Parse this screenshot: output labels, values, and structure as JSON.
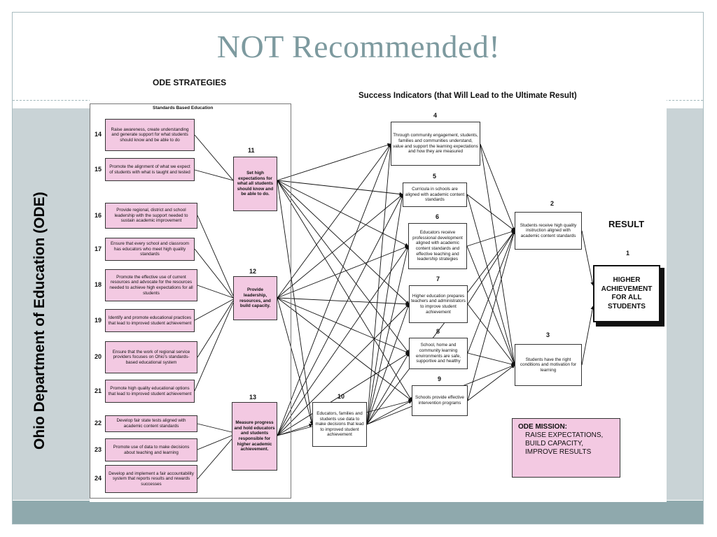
{
  "slide": {
    "title": "NOT Recommended!",
    "vertical_label": "Ohio Department of Education (ODE)"
  },
  "diagram": {
    "ode_strategies_heading": "ODE STRATEGIES",
    "success_indicators_heading": "Success Indicators (that Will Lead to the Ultimate Result)",
    "standards_heading": "Standards Based Education",
    "result_heading": "RESULT",
    "strategies": [
      {
        "num": "14",
        "text": "Raise awareness, create understanding and generate support for what students should know and be able to do"
      },
      {
        "num": "15",
        "text": "Promote the alignment of what we expect of students with what is taught and tested"
      },
      {
        "num": "16",
        "text": "Provide regional, district and school leadership with the support needed to sustain academic improvement"
      },
      {
        "num": "17",
        "text": "Ensure that every school and classroom has educators who meet high quality standards"
      },
      {
        "num": "18",
        "text": "Promote the effective use of current resources and advocate for the resources needed to achieve high expectations for all students"
      },
      {
        "num": "19",
        "text": "Identify and promote educational practices that lead to improved student achievement"
      },
      {
        "num": "20",
        "text": "Ensure that the work of regional service providers focuses on Ohio's standards-based educational system"
      },
      {
        "num": "21",
        "text": "Promote high quality educational options that lead to improved student achievement"
      },
      {
        "num": "22",
        "text": "Develop fair state tests aligned with academic content standards"
      },
      {
        "num": "23",
        "text": "Promote use of data to make decisions about teaching and learning"
      },
      {
        "num": "24",
        "text": "Develop and implement a fair accountability system that reports results and rewards successes"
      }
    ],
    "goals": [
      {
        "num": "11",
        "text": "Set high expectations for what all students should know and be able to do."
      },
      {
        "num": "12",
        "text": "Provide leadership, resources, and build capacity."
      },
      {
        "num": "13",
        "text": "Measure progress and hold educators and students responsible for higher academic achievement."
      }
    ],
    "center": {
      "num": "10",
      "text": "Educators, families and students use data to make decisions that lead to improved student achievement"
    },
    "indicators": [
      {
        "num": "4",
        "text": "Through community engagement, students, families and communities understand, value and support the learning expectations and how they are measured"
      },
      {
        "num": "5",
        "text": "Curricula in schools are aligned with academic content standards"
      },
      {
        "num": "6",
        "text": "Educators receive professional development aligned with academic content standards and effective teaching and leadership strategies"
      },
      {
        "num": "7",
        "text": "Higher education prepares teachers and administrators to improve student achievement"
      },
      {
        "num": "8",
        "text": "School, home and community learning environments are safe, supportive and healthy"
      },
      {
        "num": "9",
        "text": "Schools provide effective intervention programs"
      }
    ],
    "outcomes": [
      {
        "num": "2",
        "text": "Students receive high quality instruction aligned with academic content standards"
      },
      {
        "num": "3",
        "text": "Students have the right conditions and motivation for learning"
      }
    ],
    "result": {
      "num": "1",
      "text": "HIGHER ACHIEVEMENT FOR ALL STUDENTS"
    },
    "mission": {
      "heading": "ODE MISSION:",
      "lines": [
        "RAISE EXPECTATIONS,",
        "BUILD CAPACITY,",
        "IMPROVE RESULTS"
      ]
    }
  },
  "colors": {
    "title": "#7d9a9f",
    "band": "#c9d3d6",
    "footer": "#8fa9ad",
    "pink_box": "#f3c9e2"
  }
}
